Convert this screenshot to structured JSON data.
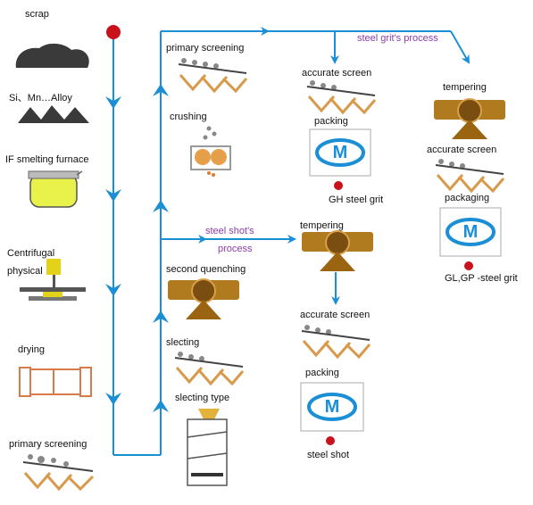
{
  "left_column": [
    {
      "id": "scrap",
      "label": "scrap"
    },
    {
      "id": "alloy",
      "label": "Si、Mn…Alloy"
    },
    {
      "id": "furnace",
      "label": "IF smelting furnace"
    },
    {
      "id": "centrifugal_1",
      "label": "Centrifugal"
    },
    {
      "id": "centrifugal_2",
      "label": "physical"
    },
    {
      "id": "drying",
      "label": "drying"
    },
    {
      "id": "primary_screening_bottom",
      "label": "primary screening"
    }
  ],
  "middle_column": [
    {
      "id": "primary_screening_top",
      "label": "primary screening"
    },
    {
      "id": "crushing",
      "label": "crushing"
    },
    {
      "id": "second_quenching",
      "label": "second quenching"
    },
    {
      "id": "slecting",
      "label": "slecting"
    },
    {
      "id": "slecting_type",
      "label": "slecting type"
    }
  ],
  "grit_branch": {
    "note": "steel grit's process",
    "accurate_screen": "accurate screen",
    "packing": "packing",
    "output": "GH steel grit"
  },
  "grit_right": {
    "tempering": "tempering",
    "accurate_screen": "accurate screen",
    "packaging": "packaging",
    "output": "GL,GP  -steel grit"
  },
  "shot_branch": {
    "note_1": "steel shot's",
    "note_2": "process",
    "tempering": "tempering",
    "accurate_screen": "accurate screen",
    "packing": "packing",
    "output": "steel shot"
  },
  "colors": {
    "arrow": "#1a8fd6",
    "dot": "#c8121c",
    "note": "#8a3fa8",
    "machine": "#b07a1e"
  }
}
